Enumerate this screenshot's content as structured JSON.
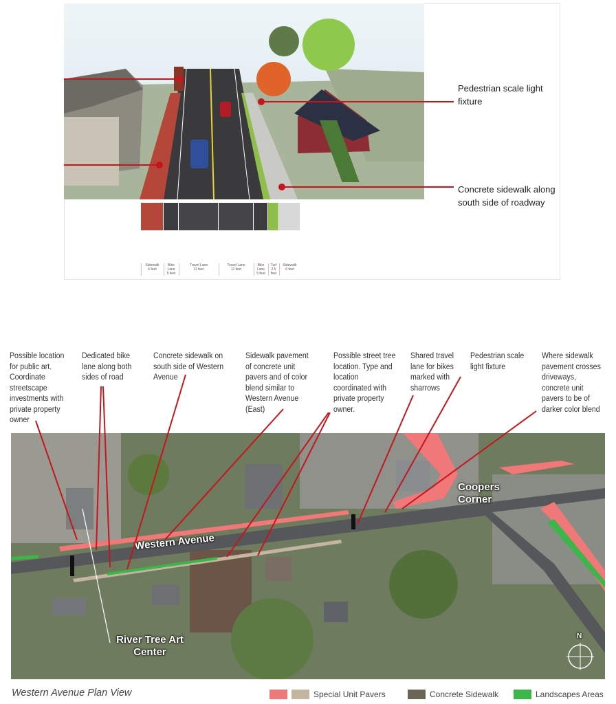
{
  "rendering": {
    "callouts": [
      {
        "text": "Pedestrian scale light fixture"
      },
      {
        "text": "Concrete sidewalk along south side of roadway"
      }
    ],
    "cross_section": [
      {
        "name": "Sidewalk",
        "width": "6 feet",
        "color": "#b5473a"
      },
      {
        "name": "Bike Lane",
        "width": "5 feet",
        "color": "#3c3c3e"
      },
      {
        "name": "Travel Lane",
        "width": "11 feet",
        "color": "#454547"
      },
      {
        "name": "Travel Lane",
        "width": "11 feet",
        "color": "#454547"
      },
      {
        "name": "Bike Lane",
        "width": "5 feet",
        "color": "#3c3c3e"
      },
      {
        "name": "Turf",
        "width": "2.5 feet",
        "color": "#8fbf4a"
      },
      {
        "name": "Sidewalk",
        "width": "6 feet",
        "color": "#d8d8d8"
      }
    ]
  },
  "plan": {
    "notes": [
      "Possible location for public art. Coordinate streetscape investments with private property owner",
      "Dedicated bike lane  along both sides of road",
      "Concrete sidewalk on south side of  Western Avenue",
      "Sidewalk pavement of concrete unit pavers and of color blend  similar to Western Avenue (East)",
      "Possible street tree location. Type and location coordinated with private property owner.",
      "Shared travel lane for bikes marked with sharrows",
      "Pedestrian scale light fixture",
      "Where sidewalk pavement crosses driveways, concrete unit pavers to be of darker color blend"
    ],
    "map_labels": {
      "street": "Western Avenue",
      "place1": "Coopers Corner",
      "place2": "River Tree Art Center",
      "north": "N"
    },
    "caption": "Western Avenue Plan View",
    "legend": [
      {
        "label": "Special Unit Pavers",
        "colors": [
          "#f07878",
          "#c4b5a0"
        ]
      },
      {
        "label": "Concrete Sidewalk",
        "colors": [
          "#6b6556"
        ]
      },
      {
        "label": "Landscapes Areas",
        "colors": [
          "#3cb54a"
        ]
      }
    ]
  }
}
